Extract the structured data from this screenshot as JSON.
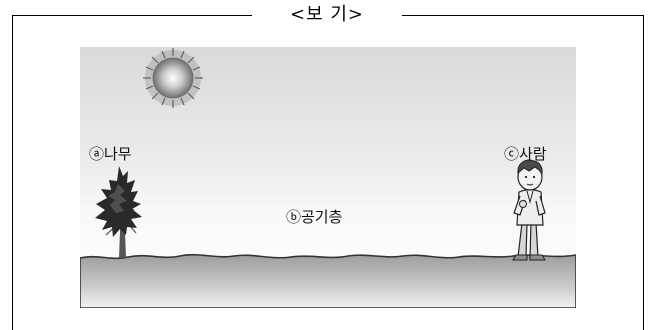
{
  "box_title": "<보  기>",
  "labels": {
    "tree": "ⓐ나무",
    "air": "ⓑ공기층",
    "person": "ⓒ사람"
  },
  "icons": {
    "sun": "sun-icon",
    "tree": "tree-icon",
    "person": "person-icon"
  },
  "colors": {
    "sky_top": "#d9d9d9",
    "ground": "#a6a6a6",
    "line": "#000000"
  }
}
